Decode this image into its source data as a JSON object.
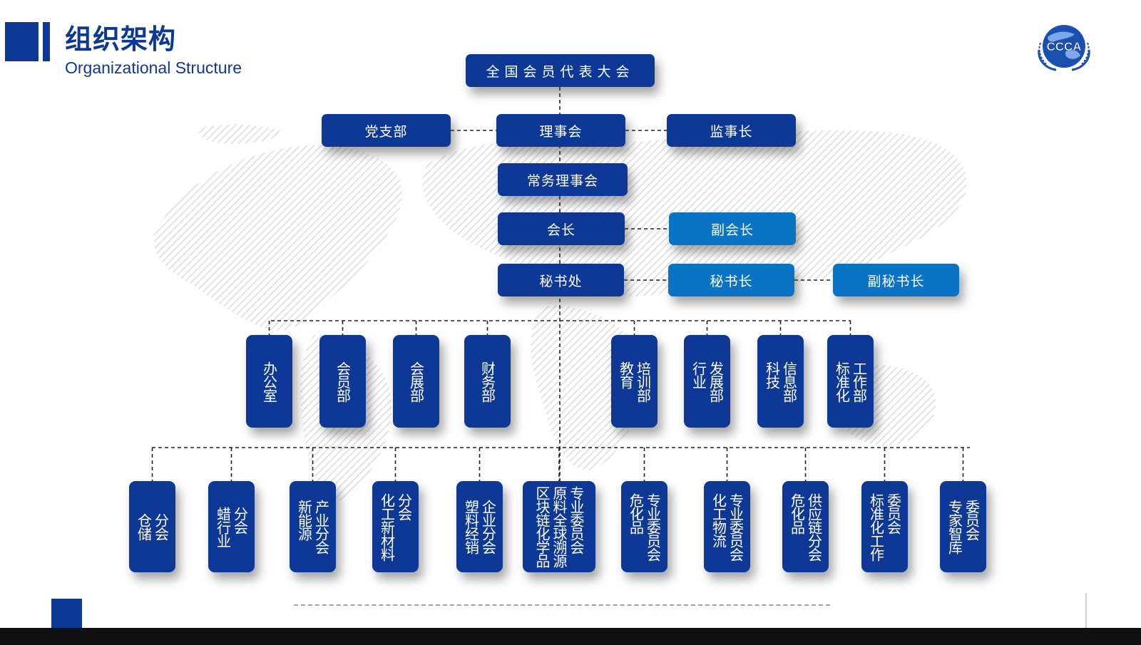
{
  "header": {
    "title_zh": "组织架构",
    "title_en": "Organizational Structure",
    "logo_text": "CCCA"
  },
  "colors": {
    "primary": "#0d3896",
    "secondary": "#0b73c3",
    "connector": "#222222"
  },
  "top_chain": {
    "congress": "全国会员代表大会",
    "party_branch": "党支部",
    "council": "理事会",
    "supervisor": "监事长",
    "standing_council": "常务理事会",
    "president": "会长",
    "vice_president": "副会长",
    "secretariat": "秘书处",
    "secretary_general": "秘书长",
    "deputy_secretary_general": "副秘书长"
  },
  "departments": [
    {
      "lines": [
        "办公室"
      ]
    },
    {
      "lines": [
        "会员部"
      ]
    },
    {
      "lines": [
        "会展部"
      ]
    },
    {
      "lines": [
        "财务部"
      ]
    },
    {
      "lines": [
        "培训部",
        "教育"
      ]
    },
    {
      "lines": [
        "发展部",
        "行业"
      ]
    },
    {
      "lines": [
        "信息部",
        "科技"
      ]
    },
    {
      "lines": [
        "工作部",
        "标准化"
      ]
    }
  ],
  "branches": [
    {
      "lines": [
        "分会",
        "仓储"
      ]
    },
    {
      "lines": [
        "分会",
        "蜡行业"
      ]
    },
    {
      "lines": [
        "产业分会",
        "新能源"
      ]
    },
    {
      "lines": [
        "分会",
        "化工新材料"
      ]
    },
    {
      "lines": [
        "企业分会",
        "塑料经销"
      ]
    },
    {
      "lines": [
        "专业委员会",
        "原料全球溯源",
        "区块链化学品"
      ]
    },
    {
      "lines": [
        "专业委员会",
        "危化品"
      ]
    },
    {
      "lines": [
        "专业委员会",
        "化工物流"
      ]
    },
    {
      "lines": [
        "供应链分会",
        "危化品"
      ]
    },
    {
      "lines": [
        "委员会",
        "标准化工作"
      ]
    },
    {
      "lines": [
        "委员会",
        "专家智库"
      ]
    }
  ]
}
